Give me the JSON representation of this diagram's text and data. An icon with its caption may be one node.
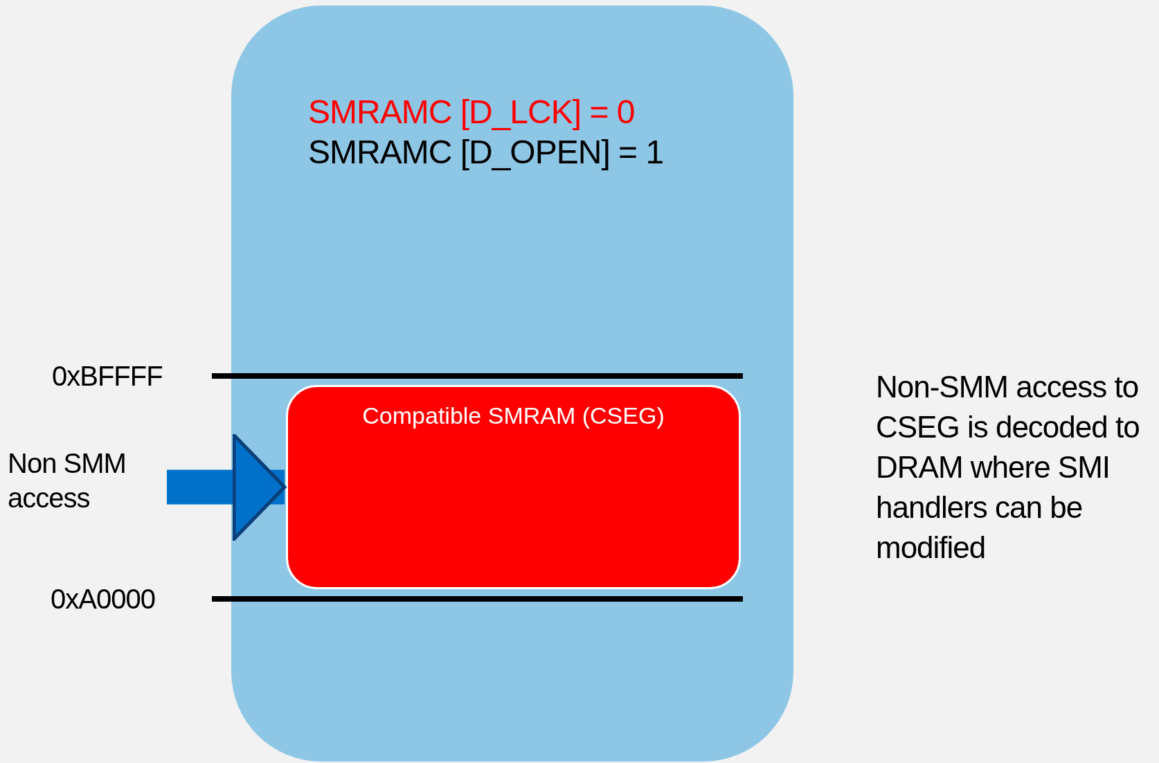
{
  "diagram": {
    "nodes": [
      {
        "text": [
          "SMRAMC [D_LCK] = 0",
          "SMRAMC [D_OPEN] = 1"
        ]
      },
      {
        "text": [
          "Compatible SMRAM (CSEG)"
        ],
        "in": 0
      },
      {
        "text": [
          "Non SMM access"
        ]
      }
    ],
    "edges": [
      {
        "from": 2,
        "to": 1,
        "arrow": "to"
      }
    ],
    "labels": [
      "0xBFFFF",
      "0xA0000",
      "Non-SMM access to CSEG is decoded to DRAM where SMI handlers can be modified"
    ]
  }
}
